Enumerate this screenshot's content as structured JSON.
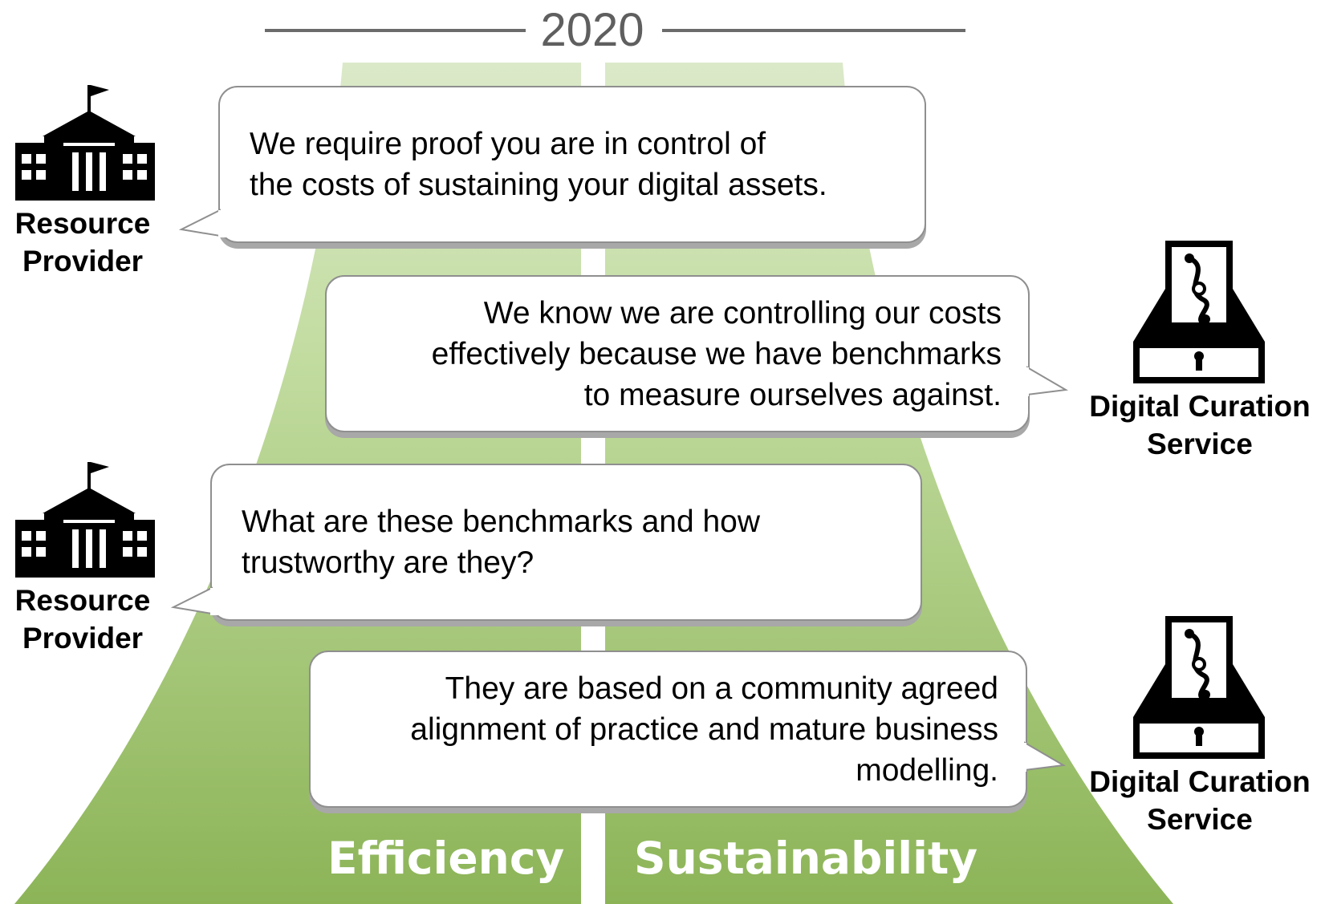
{
  "year": "2020",
  "lanes": {
    "left": "Efficiency",
    "right": "Sustainability"
  },
  "dialogue": [
    {
      "speaker": "Resource\nProvider",
      "text": "We require proof you are in control of\nthe costs of sustaining your digital assets."
    },
    {
      "speaker": "Digital Curation\nService",
      "text": "We know we are controlling our costs\neffectively because we have benchmarks\nto measure ourselves against."
    },
    {
      "speaker": "Resource\nProvider",
      "text": "What are these benchmarks and how\ntrustworthy are they?"
    },
    {
      "speaker": "Digital Curation\nService",
      "text": "They are based on a community agreed\nalignment of practice and mature business\nmodelling."
    }
  ],
  "icons": {
    "resource_provider": "building-icon",
    "digital_curation_service": "archive-icon"
  },
  "colors": {
    "road_light": "#d9e8c6",
    "road_dark": "#8db359",
    "year_line": "#6b6b6b"
  }
}
